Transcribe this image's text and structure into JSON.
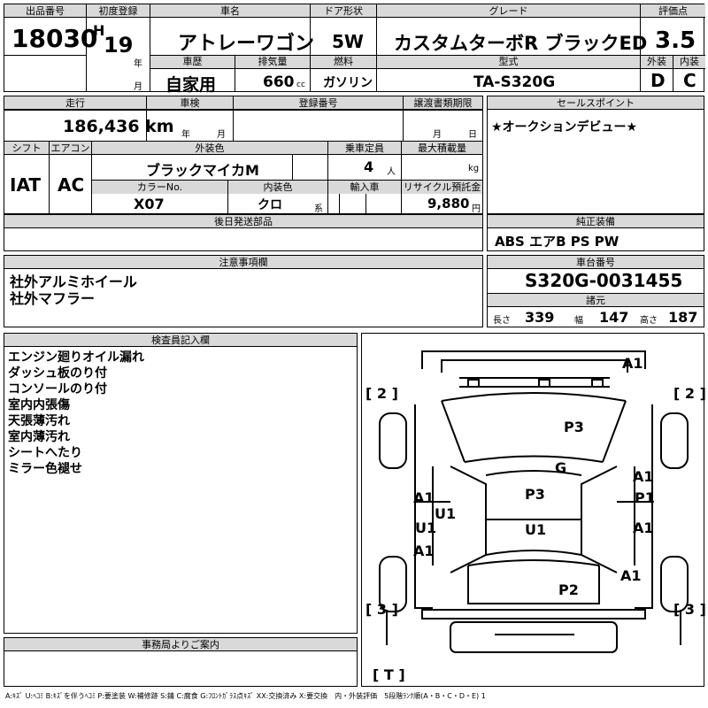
{
  "header": {
    "lot_label": "出品番号",
    "lot_no": "18030",
    "first_reg_label": "初度登録",
    "era": "H",
    "year": "19",
    "year_unit": "年",
    "month_unit": "月",
    "name_label": "車名",
    "name": "アトレーワゴン",
    "door_label": "ドア形状",
    "door": "5W",
    "grade_label": "グレード",
    "grade": "カスタムターボR ブラックED",
    "score_label": "評価点",
    "score": "3.5",
    "history_label": "車歴",
    "history": "自家用",
    "disp_label": "排気量",
    "disp": "660",
    "disp_unit": "cc",
    "fuel_label": "燃料",
    "fuel": "ガソリン",
    "model_label": "型式",
    "model": "TA-S320G",
    "ext_label": "外装",
    "ext": "D",
    "int_label": "内装",
    "int": "C"
  },
  "row2": {
    "mileage_label": "走行",
    "mileage": "186,436 km",
    "inspection_label": "車検",
    "year_unit": "年",
    "month_unit": "月",
    "reg_label": "登録番号",
    "transfer_label": "譲渡書類期限",
    "month_unit2": "月",
    "day_unit": "日",
    "shift_label": "シフト",
    "shift": "IAT",
    "ac_label": "エアコン",
    "ac": "AC",
    "color_label": "外装色",
    "color": "ブラックマイカM",
    "seats_label": "乗車定員",
    "seats": "4",
    "seats_unit": "人",
    "load_label": "最大積載量",
    "load_unit": "kg",
    "color_no_label": "カラーNo.",
    "color_no": "X07",
    "int_color_label": "内装色",
    "int_color": "クロ",
    "int_color_unit": "系",
    "import_label": "輸入車",
    "recycle_label": "リサイクル預託金",
    "recycle": "9,880",
    "recycle_unit": "円"
  },
  "sales": {
    "label": "セールスポイント",
    "text": "★オークションデビュー★"
  },
  "later": {
    "label": "後日発送部品"
  },
  "equipment": {
    "label": "純正装備",
    "text": "ABS エアB PS PW"
  },
  "caution": {
    "label": "注意事項欄",
    "lines": [
      "社外アルミホイール",
      "社外マフラー"
    ]
  },
  "chassis": {
    "label": "車台番号",
    "number": "S320G-0031455",
    "spec_label": "諸元",
    "length_label": "長さ",
    "length": "339",
    "width_label": "幅",
    "width": "147",
    "height_label": "高さ",
    "height": "187"
  },
  "inspector": {
    "label": "検査員記入欄",
    "lines": [
      "エンジン廻りオイル漏れ",
      "ダッシュ板のり付",
      "コンソールのり付",
      "室内内張傷",
      "天張薄汚れ",
      "室内薄汚れ",
      "シートへたり",
      "ミラー色褪せ"
    ]
  },
  "office": {
    "label": "事務局よりご案内"
  },
  "diagram": {
    "tire_fl": "[ 2 ]",
    "tire_fr": "[ 2 ]",
    "tire_rl": "[ 3 ]",
    "tire_rr": "[ 3 ]",
    "tire_spare": "[ T ]",
    "marks": [
      "A1",
      "P3",
      "G",
      "A1",
      "P1",
      "P3",
      "A1",
      "U1",
      "U1",
      "A1",
      "U1",
      "A1",
      "A1",
      "P2"
    ]
  },
  "legend": "A:ｷｽﾞ U:ﾍｺﾐ B:ｷｽﾞを伴うﾍｺﾐ P:要塗装 W:補修跡 S:錆 C:腐食 G:ﾌﾛﾝﾄｶﾞﾗｽ点ｷｽﾞ XX:交換済み X:要交換　内・外装評価　5段階ﾗﾝｸ順(A・B・C・D・E) 1"
}
